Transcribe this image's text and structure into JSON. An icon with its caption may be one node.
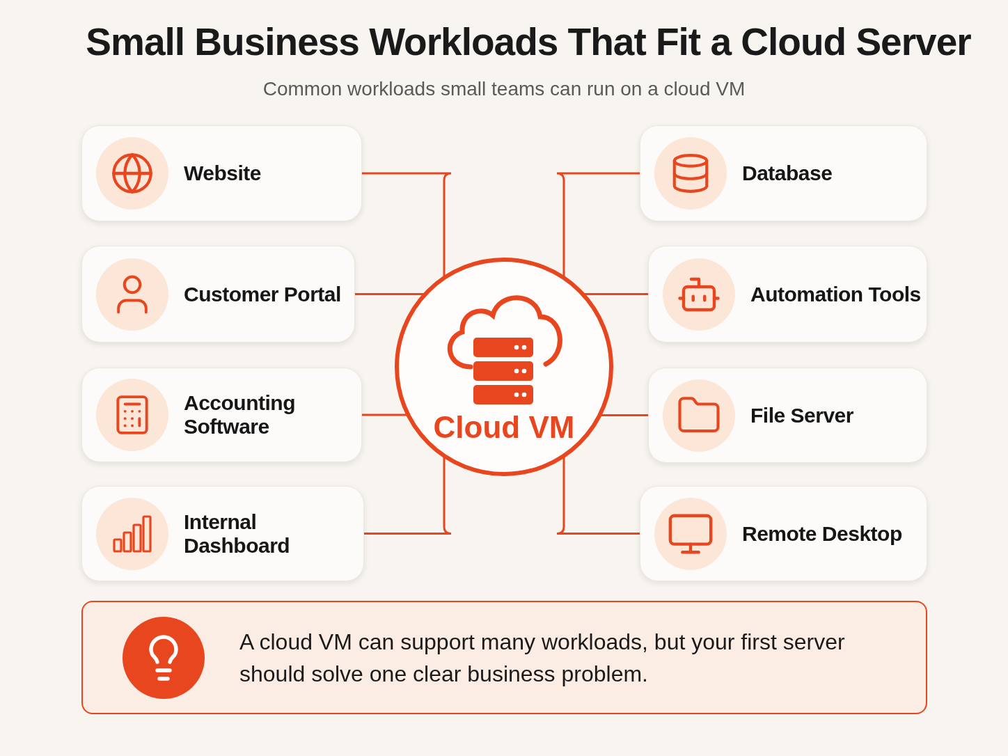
{
  "diagram": {
    "title": "Small Business Workloads That Fit a Cloud Server",
    "caption": "Common workloads small teams can run on a cloud VM",
    "nodes": [
      {
        "text": [
          "Website"
        ]
      },
      {
        "text": [
          "Database"
        ]
      },
      {
        "text": [
          "Customer Portal"
        ]
      },
      {
        "text": [
          "Automation Tools"
        ]
      },
      {
        "text": [
          "Accounting Software"
        ]
      },
      {
        "text": [
          "File Server"
        ]
      },
      {
        "text": [
          "Internal Dashboard"
        ]
      },
      {
        "text": [
          "Remote Desktop"
        ]
      },
      {
        "text": [
          "Cloud VM"
        ]
      },
      {
        "text": [
          "A cloud VM can support many workloads, but your first server should solve one clear business problem."
        ]
      }
    ],
    "edges": [
      {
        "from": 8,
        "to": 0,
        "arrow": "none"
      },
      {
        "from": 8,
        "to": 1,
        "arrow": "none"
      },
      {
        "from": 8,
        "to": 2,
        "arrow": "none"
      },
      {
        "from": 8,
        "to": 3,
        "arrow": "none"
      },
      {
        "from": 8,
        "to": 4,
        "arrow": "none"
      },
      {
        "from": 8,
        "to": 5,
        "arrow": "none"
      },
      {
        "from": 8,
        "to": 6,
        "arrow": "none"
      },
      {
        "from": 8,
        "to": 7,
        "arrow": "none"
      }
    ]
  }
}
